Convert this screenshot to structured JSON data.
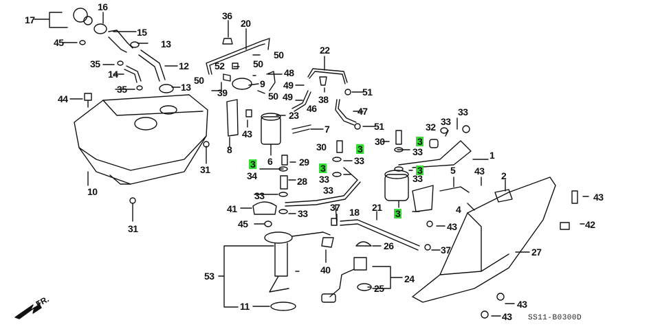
{
  "diagram": {
    "title": "Fuel Tank Parts Diagram",
    "code": "SS11-B0300D",
    "direction_indicator": "FR.",
    "highlight_color": "#33dd33",
    "callouts": [
      {
        "id": "c17",
        "text": "17"
      },
      {
        "id": "c16",
        "text": "16"
      },
      {
        "id": "c15",
        "text": "15"
      },
      {
        "id": "c13a",
        "text": "13"
      },
      {
        "id": "c45a",
        "text": "45"
      },
      {
        "id": "c35a",
        "text": "35"
      },
      {
        "id": "c12",
        "text": "12"
      },
      {
        "id": "c14",
        "text": "14"
      },
      {
        "id": "c35b",
        "text": "35"
      },
      {
        "id": "c13b",
        "text": "13"
      },
      {
        "id": "c44",
        "text": "44"
      },
      {
        "id": "c36",
        "text": "36"
      },
      {
        "id": "c20",
        "text": "20"
      },
      {
        "id": "c50a",
        "text": "50"
      },
      {
        "id": "c52",
        "text": "52"
      },
      {
        "id": "c50b",
        "text": "50"
      },
      {
        "id": "c50c",
        "text": "50"
      },
      {
        "id": "c48",
        "text": "48"
      },
      {
        "id": "c9",
        "text": "9"
      },
      {
        "id": "c39",
        "text": "39"
      },
      {
        "id": "c50d",
        "text": "50"
      },
      {
        "id": "c22",
        "text": "22"
      },
      {
        "id": "c49a",
        "text": "49"
      },
      {
        "id": "c38",
        "text": "38"
      },
      {
        "id": "c51a",
        "text": "51"
      },
      {
        "id": "c49b",
        "text": "49"
      },
      {
        "id": "c46",
        "text": "46"
      },
      {
        "id": "c47",
        "text": "47"
      },
      {
        "id": "c23",
        "text": "23"
      },
      {
        "id": "c51b",
        "text": "51"
      },
      {
        "id": "c7",
        "text": "7"
      },
      {
        "id": "c43a",
        "text": "43"
      },
      {
        "id": "c8",
        "text": "8"
      },
      {
        "id": "c6",
        "text": "6"
      },
      {
        "id": "c31a",
        "text": "31"
      },
      {
        "id": "c10",
        "text": "10"
      },
      {
        "id": "c31b",
        "text": "31"
      },
      {
        "id": "c33a",
        "text": "33"
      },
      {
        "id": "c33b",
        "text": "33"
      },
      {
        "id": "c32",
        "text": "32"
      },
      {
        "id": "c3a",
        "text": "3",
        "highlight": true
      },
      {
        "id": "c30a",
        "text": "30"
      },
      {
        "id": "c33c",
        "text": "33"
      },
      {
        "id": "c1",
        "text": "1"
      },
      {
        "id": "c30b",
        "text": "30"
      },
      {
        "id": "c3b",
        "text": "3",
        "highlight": true
      },
      {
        "id": "c33d",
        "text": "33"
      },
      {
        "id": "c3c",
        "text": "3",
        "highlight": true
      },
      {
        "id": "c33e",
        "text": "33"
      },
      {
        "id": "c29",
        "text": "29"
      },
      {
        "id": "c3d",
        "text": "3",
        "highlight": true
      },
      {
        "id": "c34",
        "text": "34"
      },
      {
        "id": "c3e",
        "text": "3",
        "highlight": true
      },
      {
        "id": "c33f",
        "text": "33"
      },
      {
        "id": "c33g",
        "text": "33"
      },
      {
        "id": "c28",
        "text": "28"
      },
      {
        "id": "c5",
        "text": "5"
      },
      {
        "id": "c43b",
        "text": "43"
      },
      {
        "id": "c2",
        "text": "2"
      },
      {
        "id": "c43c",
        "text": "43"
      },
      {
        "id": "c33h",
        "text": "33"
      },
      {
        "id": "c41",
        "text": "41"
      },
      {
        "id": "c33i",
        "text": "33"
      },
      {
        "id": "c18",
        "text": "18"
      },
      {
        "id": "c21",
        "text": "21"
      },
      {
        "id": "c3f",
        "text": "3",
        "highlight": true
      },
      {
        "id": "c4",
        "text": "4"
      },
      {
        "id": "c42",
        "text": "42"
      },
      {
        "id": "c37a",
        "text": "37"
      },
      {
        "id": "c45b",
        "text": "45"
      },
      {
        "id": "c43d",
        "text": "43"
      },
      {
        "id": "c26",
        "text": "26"
      },
      {
        "id": "c37b",
        "text": "37"
      },
      {
        "id": "c40",
        "text": "40"
      },
      {
        "id": "c27",
        "text": "27"
      },
      {
        "id": "c53",
        "text": "53"
      },
      {
        "id": "c24",
        "text": "24"
      },
      {
        "id": "c25",
        "text": "25"
      },
      {
        "id": "c11",
        "text": "11"
      },
      {
        "id": "c43e",
        "text": "43"
      },
      {
        "id": "c43f",
        "text": "43"
      }
    ]
  }
}
